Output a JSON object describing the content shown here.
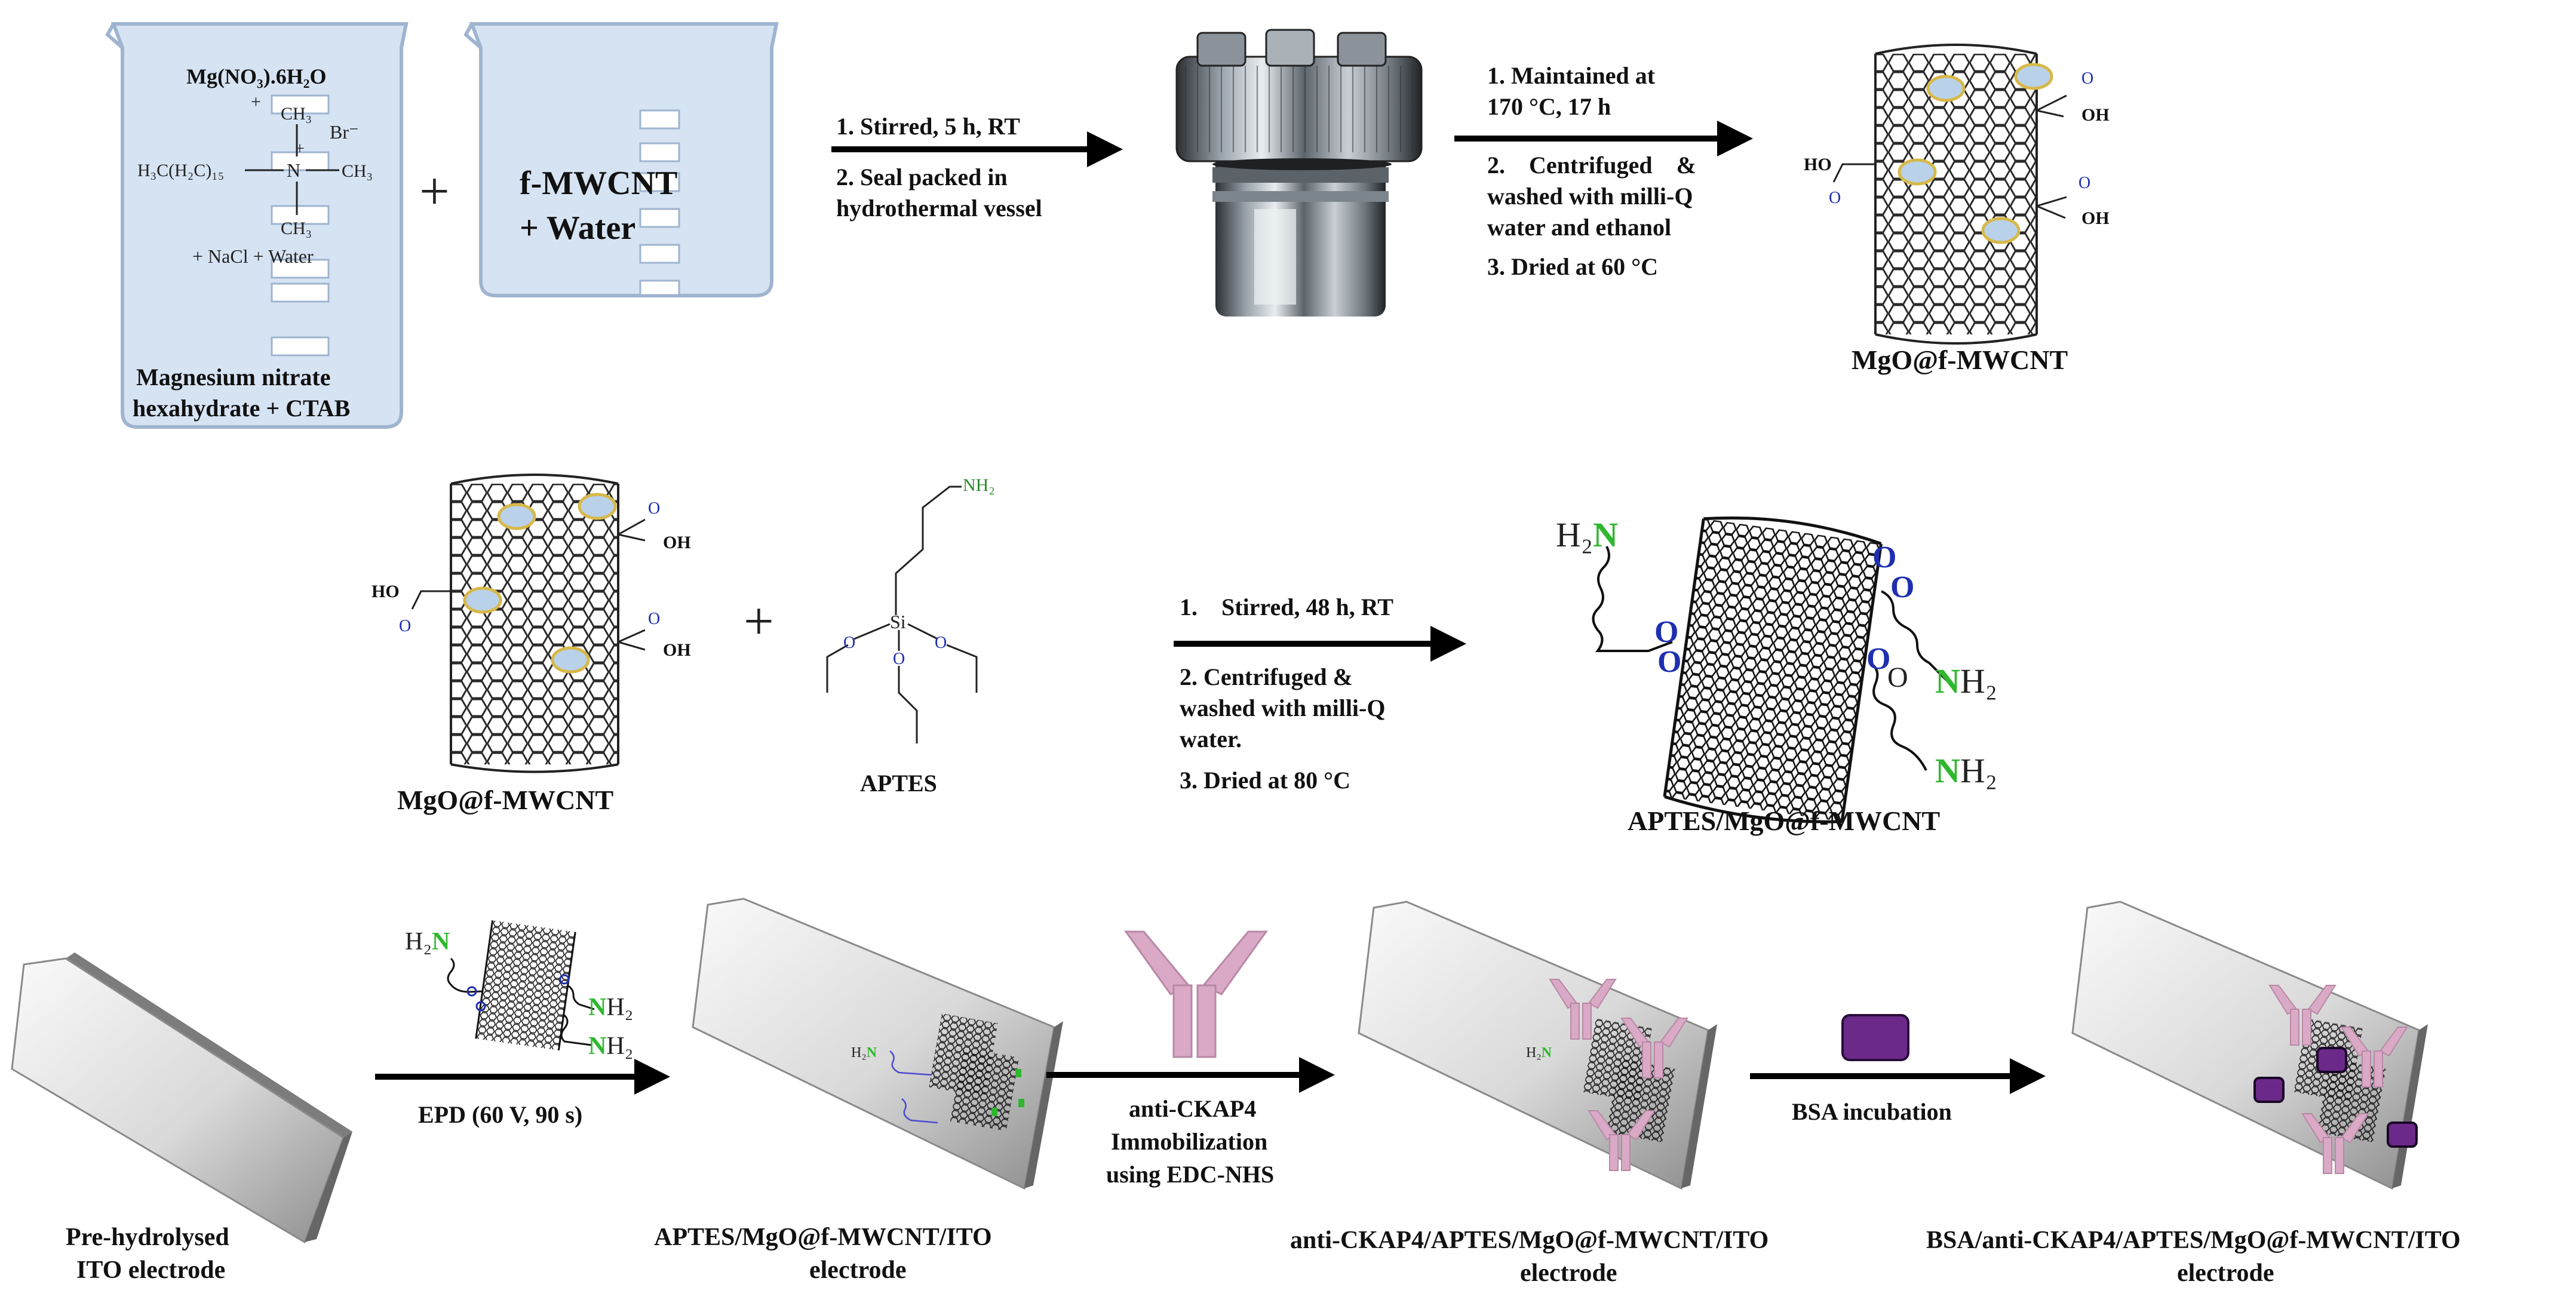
{
  "row1": {
    "beaker1": {
      "formula": "Mg(NO₃).6H₂O",
      "methyl_top": "CH₃",
      "bromide": "Br⁻",
      "chain": "H₃C(H₂C)₁₅",
      "nitrogen": "N",
      "methyl_right": "CH₃",
      "methyl_bottom": "CH₃",
      "plus_small": "+",
      "nacl_water": "+ NaCl + Water",
      "caption_line1": "Magnesium nitrate",
      "caption_line2": "hexahydrate + CTAB"
    },
    "plus": "+",
    "beaker2": {
      "line1": "f-MWCNT",
      "line2": "+ Water"
    },
    "step1": {
      "line1": "1. Stirred, 5 h, RT",
      "line2": "2. Seal packed in",
      "line3": "hydrothermal vessel"
    },
    "step2": {
      "line1": "1. Maintained at",
      "line2": "170 °C, 17 h",
      "line3": "2.    Centrifuged    &",
      "line4": "washed with milli-Q",
      "line5": "water and ethanol",
      "line6": "3. Dried at 60 °C"
    },
    "product": {
      "label": "MgO@f-MWCNT",
      "oh_top": "OH",
      "ho_left": "HO",
      "oh_bottom": "OH",
      "o": "O"
    }
  },
  "row2": {
    "reactant": {
      "label": "MgO@f-MWCNT",
      "oh_top": "OH",
      "ho_left": "HO",
      "oh_bottom": "OH",
      "o": "O"
    },
    "plus": "+",
    "aptes": {
      "label": "APTES",
      "nh2": "NH₂",
      "si": "Si",
      "o": "O"
    },
    "step": {
      "line1": "1.    Stirred, 48 h, RT",
      "line2": "2. Centrifuged &",
      "line3": "washed with milli-Q",
      "line4": "water.",
      "line5": "3. Dried at 80 °C"
    },
    "product": {
      "label": "APTES/MgO@f-MWCNT",
      "h2n_prefix": "H₂",
      "n": "N",
      "h2_suffix": "H₂",
      "o": "O"
    }
  },
  "row3": {
    "electrode1": {
      "line1": "Pre-hydrolysed",
      "line2": "ITO electrode"
    },
    "step1": {
      "label": "EPD (60 V, 90 s)",
      "h2": "H₂",
      "n": "N"
    },
    "electrode2": {
      "line1": "APTES/MgO@f-MWCNT/ITO",
      "line2": "electrode"
    },
    "step2": {
      "line1": "anti-CKAP4",
      "line2": "Immobilization",
      "line3": "using EDC-NHS"
    },
    "electrode3": {
      "line1": "anti-CKAP4/APTES/MgO@f-MWCNT/ITO",
      "line2": "electrode"
    },
    "step3": {
      "label": "BSA incubation"
    },
    "electrode4": {
      "line1": "BSA/anti-CKAP4/APTES/MgO@f-MWCNT/ITO",
      "line2": "electrode"
    }
  },
  "colors": {
    "beaker": "#d6e3f3",
    "beaker_edge": "#9fb4cf",
    "antibody": "#d9a9c6",
    "bsa": "#6b2a8a",
    "mgo": "#b9d2ea",
    "mgo_edge": "#d8b84a",
    "nitrogen_green": "#2fb82f",
    "oxygen_blue": "#1f2fb0"
  }
}
